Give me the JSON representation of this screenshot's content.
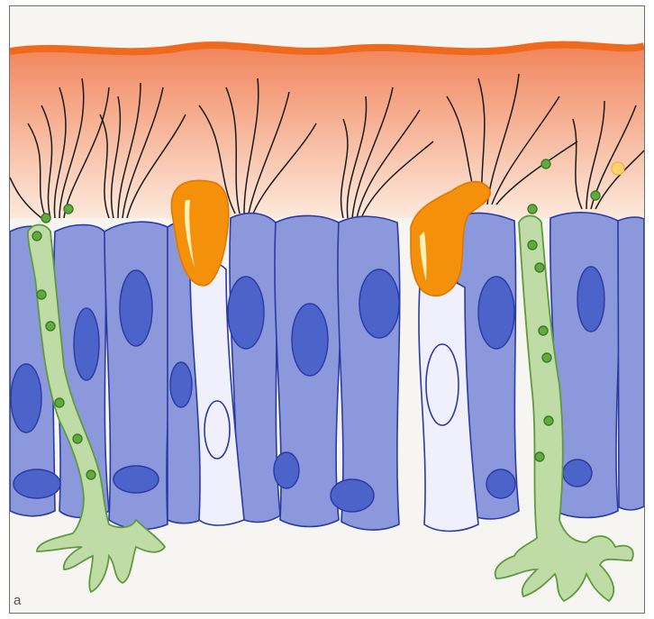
{
  "figure": {
    "panel_label": "a",
    "colors": {
      "background": "#f6f5f1",
      "mucus_top": "#f1845a",
      "mucus_bottom": "#fde9dc",
      "mucus_surface": "#ef6a1c",
      "columnar_cell": "#8b98dc",
      "cell_outline": "#2a3aa4",
      "nucleus": "#4c63c9",
      "goblet_cell": "#eff0fb",
      "goblet_secretion": "#f5900b",
      "sensory_cell": "#bfdca6",
      "sensory_outline": "#5f9a3e",
      "sensory_granule": "#61aa3f",
      "cilia": "#1a1a1a"
    },
    "icons": [
      "columnar-cell-shape",
      "goblet-cell-shape",
      "sensory-neuron-shape",
      "cilia-tuft"
    ]
  }
}
